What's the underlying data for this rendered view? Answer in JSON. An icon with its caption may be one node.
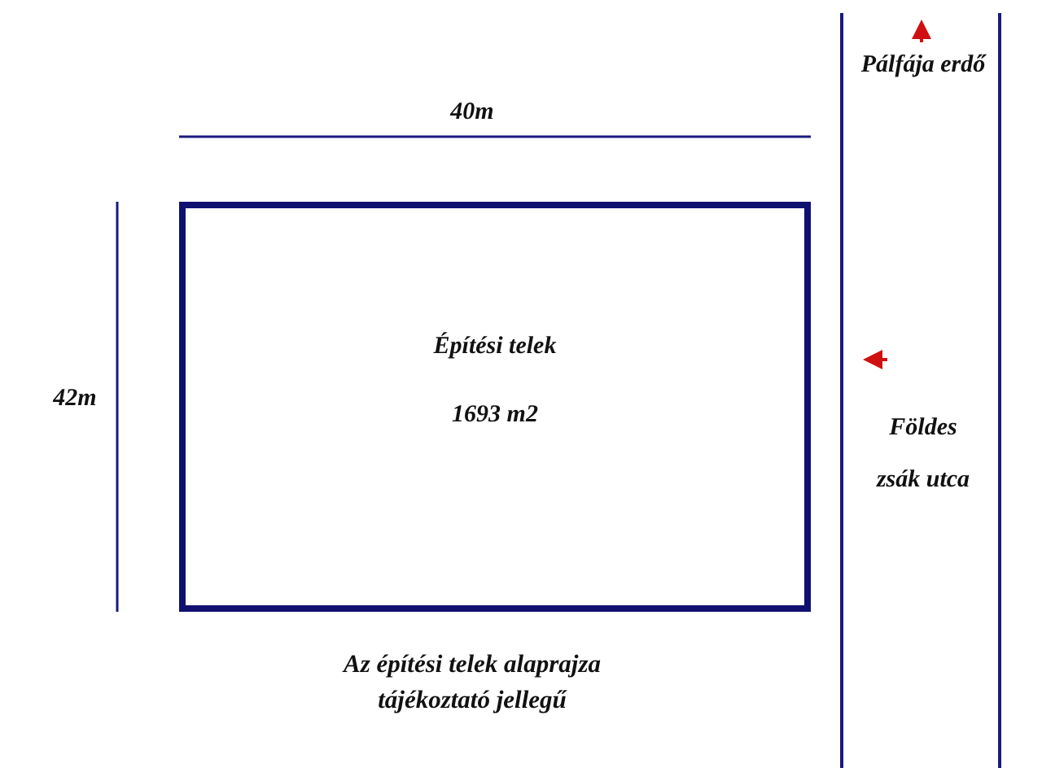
{
  "diagram": {
    "caption": "Az építési telek alaprajza tájékoztató jellegű",
    "nodes": [
      {
        "text": [
          "Építési telek",
          "1693 m2"
        ]
      }
    ],
    "labels": [
      "40m",
      "42m",
      "Pálfája erdő",
      "Földes",
      "zsák utca"
    ]
  }
}
